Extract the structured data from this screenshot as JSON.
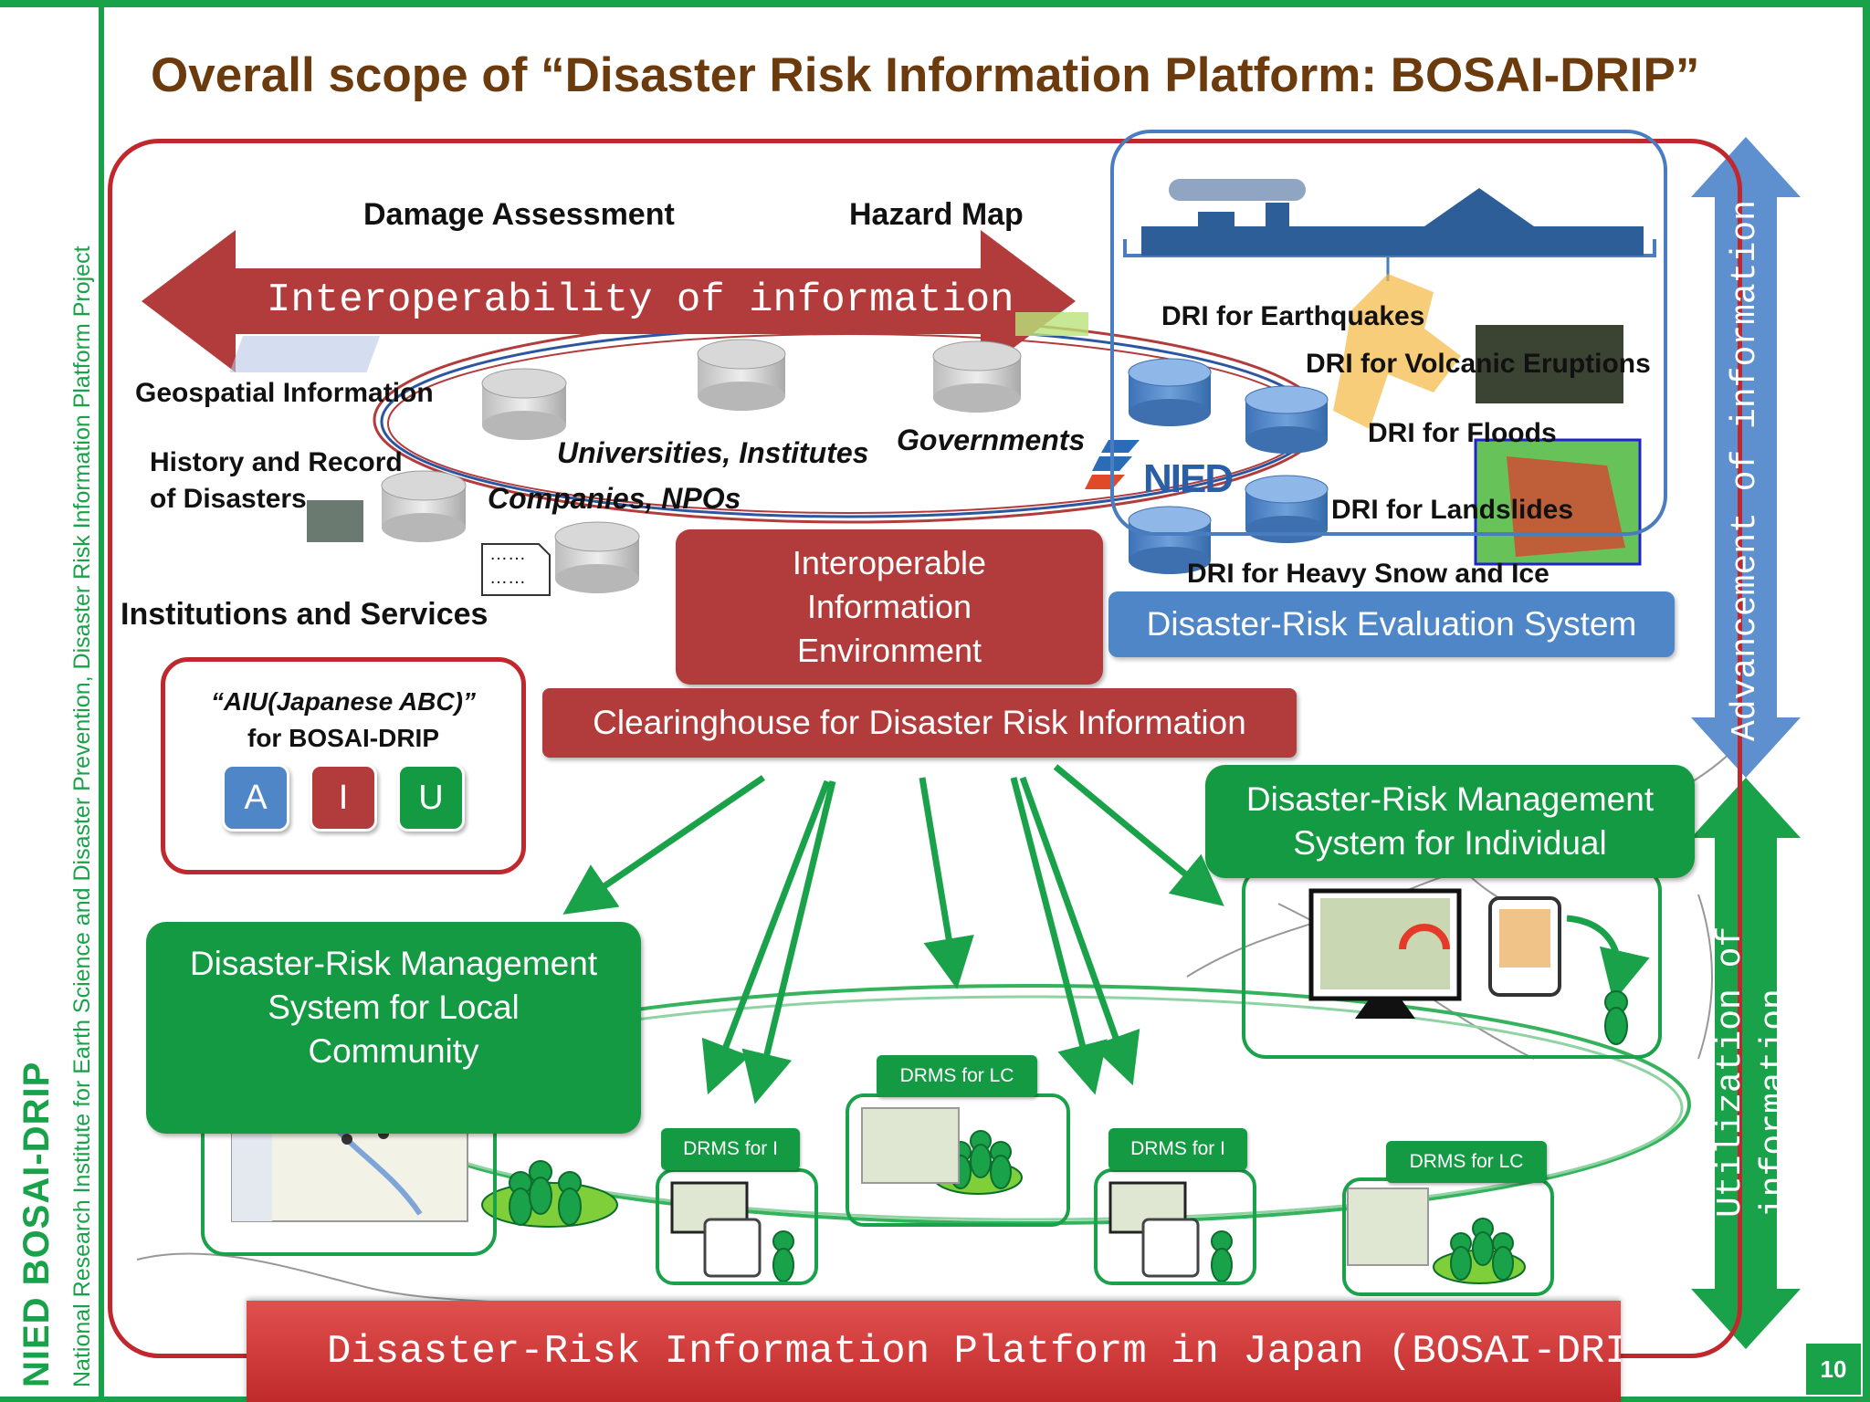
{
  "sidebar": {
    "brand": "NIED BOSAI-DRIP",
    "subtitle": "National Research Institute for Earth Science and Disaster Prevention, Disaster Risk Information Platform Project"
  },
  "title": "Overall scope of “Disaster Risk Information Platform: BOSAI-DRIP”",
  "top_labels": {
    "damage_assessment": "Damage Assessment",
    "hazard_map": "Hazard Map",
    "interoperability": "Interoperability of information"
  },
  "left_labels": {
    "geospatial": "Geospatial Information",
    "history_line1": "History and Record",
    "history_line2": "of Disasters",
    "institutions": "Institutions and Services",
    "doc_dots": "……"
  },
  "actors": {
    "universities": "Universities, Institutes",
    "governments": "Governments",
    "companies": "Companies, NPOs"
  },
  "nied_logo": "NIED",
  "dri": {
    "earthquakes": "DRI for Earthquakes",
    "volcanic": "DRI for Volcanic Eruptions",
    "floods": "DRI for Floods",
    "landslides": "DRI for Landslides",
    "snow": "DRI for Heavy Snow and Ice"
  },
  "boxes": {
    "interoperable_line1": "Interoperable",
    "interoperable_line2": "Information",
    "interoperable_line3": "Environment",
    "evaluation_system": "Disaster-Risk Evaluation System",
    "clearinghouse": "Clearinghouse for Disaster Risk Information",
    "individual_line1": "Disaster-Risk Management",
    "individual_line2": "System for Individual",
    "local_line1": "Disaster-Risk Management",
    "local_line2": "System for Local",
    "local_line3": "Community"
  },
  "aiu": {
    "title_line1": "“AIU(Japanese ABC)”",
    "title_line2": "for BOSAI-DRIP",
    "a": "A",
    "i": "I",
    "u": "U"
  },
  "drms_tags": {
    "drms_i_1": "DRMS for I",
    "drms_lc_1": "DRMS for LC",
    "drms_i_2": "DRMS for I",
    "drms_lc_2": "DRMS for LC"
  },
  "side_arrows": {
    "advancement": "Advancement of information",
    "utilization": "Utilization of information"
  },
  "bottom_banner": "Disaster-Risk  Information Platform in Japan (BOSAI-DRIP)",
  "page_number": "10",
  "colors": {
    "green": "#1aa24a",
    "red": "#b23b3b",
    "blue": "#4f86c8",
    "title_brown": "#6b3a0d"
  }
}
